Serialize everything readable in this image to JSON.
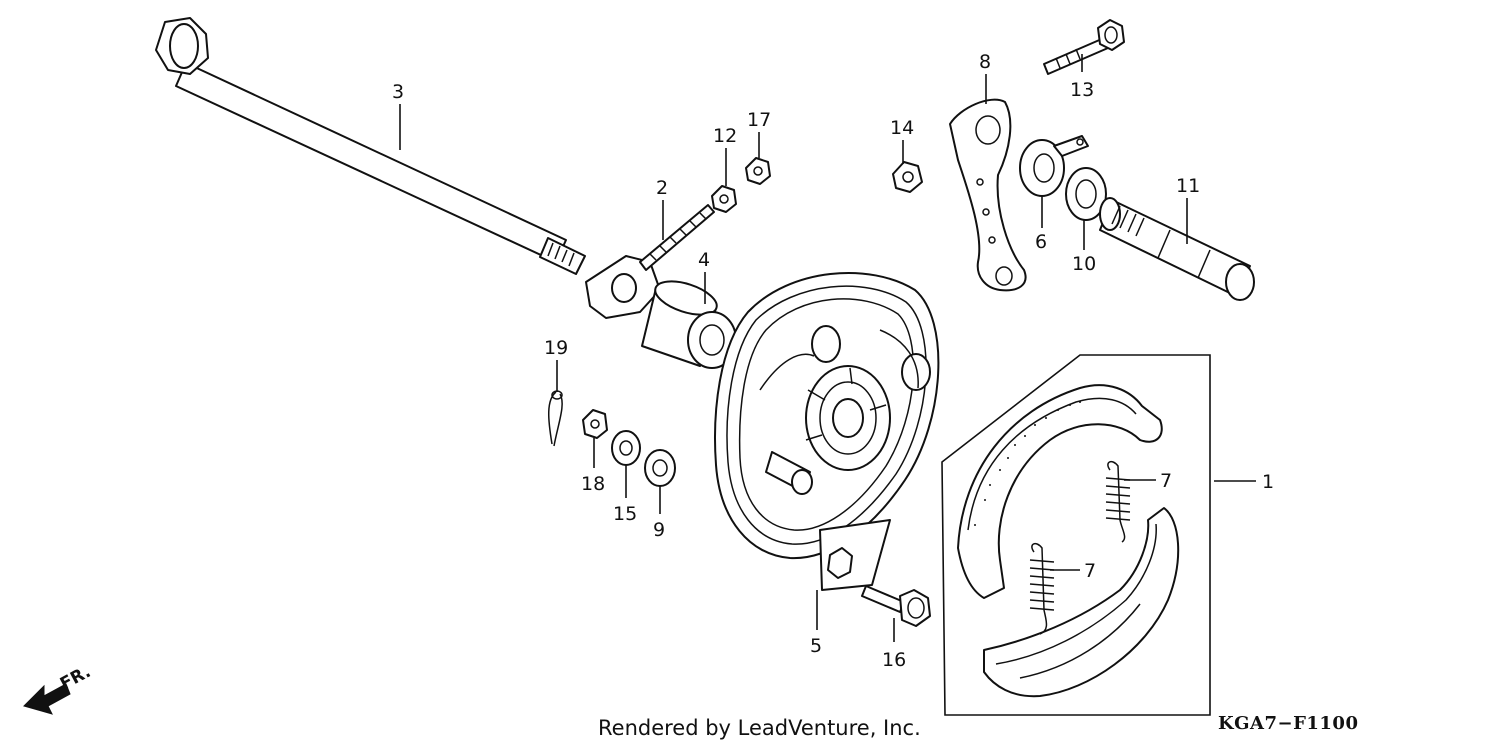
{
  "callouts": [
    {
      "id": "1",
      "label": "1"
    },
    {
      "id": "2",
      "label": "2"
    },
    {
      "id": "3",
      "label": "3"
    },
    {
      "id": "4",
      "label": "4"
    },
    {
      "id": "5",
      "label": "5"
    },
    {
      "id": "6",
      "label": "6"
    },
    {
      "id": "7a",
      "label": "7"
    },
    {
      "id": "7b",
      "label": "7"
    },
    {
      "id": "8",
      "label": "8"
    },
    {
      "id": "9",
      "label": "9"
    },
    {
      "id": "10",
      "label": "10"
    },
    {
      "id": "11",
      "label": "11"
    },
    {
      "id": "12",
      "label": "12"
    },
    {
      "id": "13",
      "label": "13"
    },
    {
      "id": "14",
      "label": "14"
    },
    {
      "id": "15",
      "label": "15"
    },
    {
      "id": "16",
      "label": "16"
    },
    {
      "id": "17",
      "label": "17"
    },
    {
      "id": "18",
      "label": "18"
    },
    {
      "id": "19",
      "label": "19"
    }
  ],
  "direction_label": "FR.",
  "credit": "Rendered by LeadVenture, Inc.",
  "diagram_code": "KGA7−F1100",
  "colors": {
    "line": "#111111",
    "background": "#ffffff"
  }
}
